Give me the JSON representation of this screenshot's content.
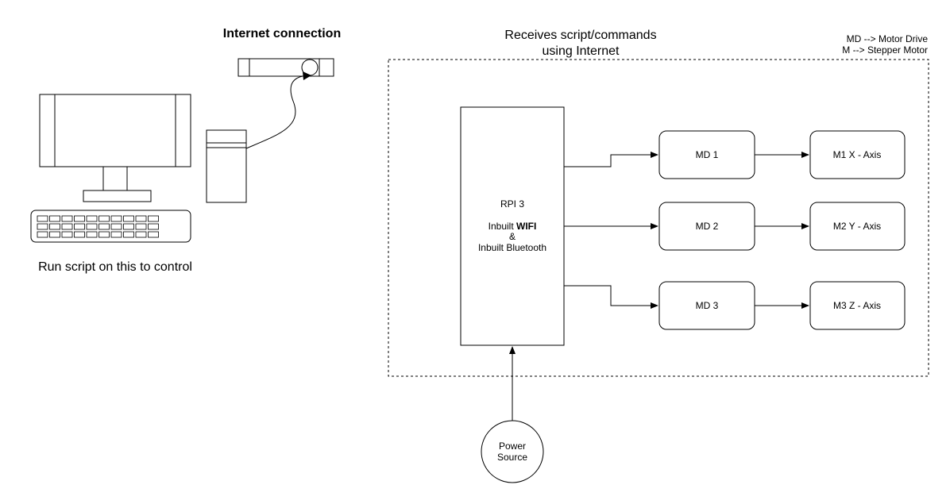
{
  "internet_label": "Internet connection",
  "computer_caption": "Run script on this to control",
  "region_title": {
    "line1": "Receives script/commands",
    "line2": "using Internet"
  },
  "legend": {
    "line1": "MD --> Motor Drive",
    "line2": "M --> Stepper Motor"
  },
  "rpi": {
    "title": "RPI 3",
    "wifi_prefix": "Inbuilt ",
    "wifi_bold": "WIFI",
    "amp": "&",
    "bluetooth": "Inbuilt Bluetooth"
  },
  "drives": [
    "MD 1",
    "MD 2",
    "MD 3"
  ],
  "motors": [
    "M1 X - Axis",
    "M2 Y - Axis",
    "M3 Z - Axis"
  ],
  "power": {
    "line1": "Power",
    "line2": "Source"
  }
}
